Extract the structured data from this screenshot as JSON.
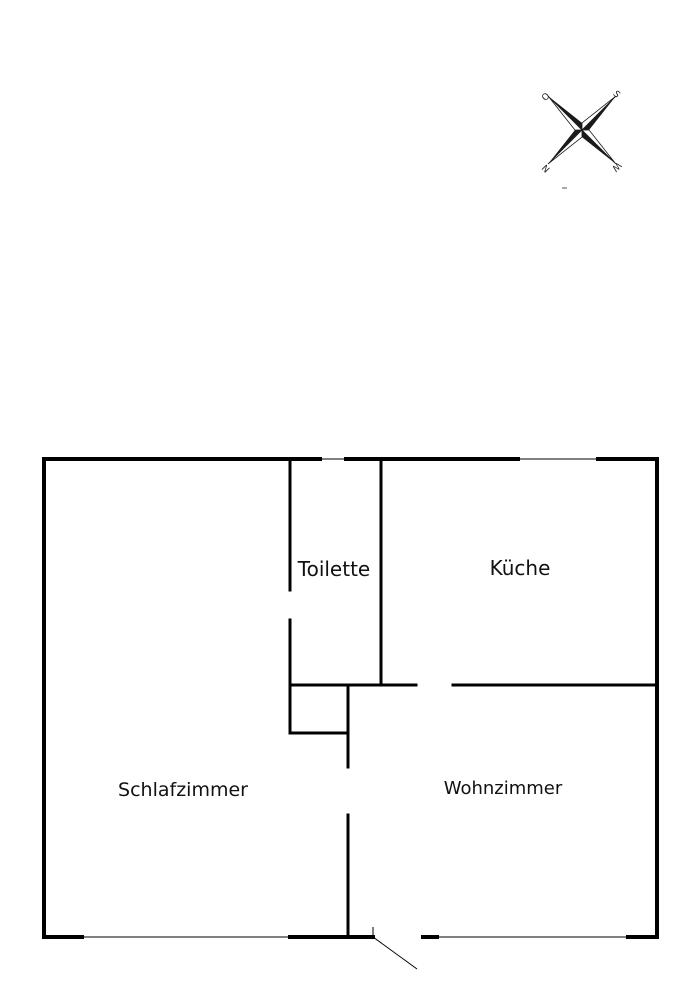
{
  "colors": {
    "wall": "#000000",
    "background": "#ffffff",
    "compass_dark": "#1a1a1a",
    "compass_light": "#ffffff"
  },
  "rooms": {
    "toilette": "Toilette",
    "kueche": "Küche",
    "schlafzimmer": "Schlafzimmer",
    "wohnzimmer": "Wohnzimmer"
  },
  "compass": {
    "north": "N",
    "south": "S",
    "west": "W",
    "east": "O"
  }
}
